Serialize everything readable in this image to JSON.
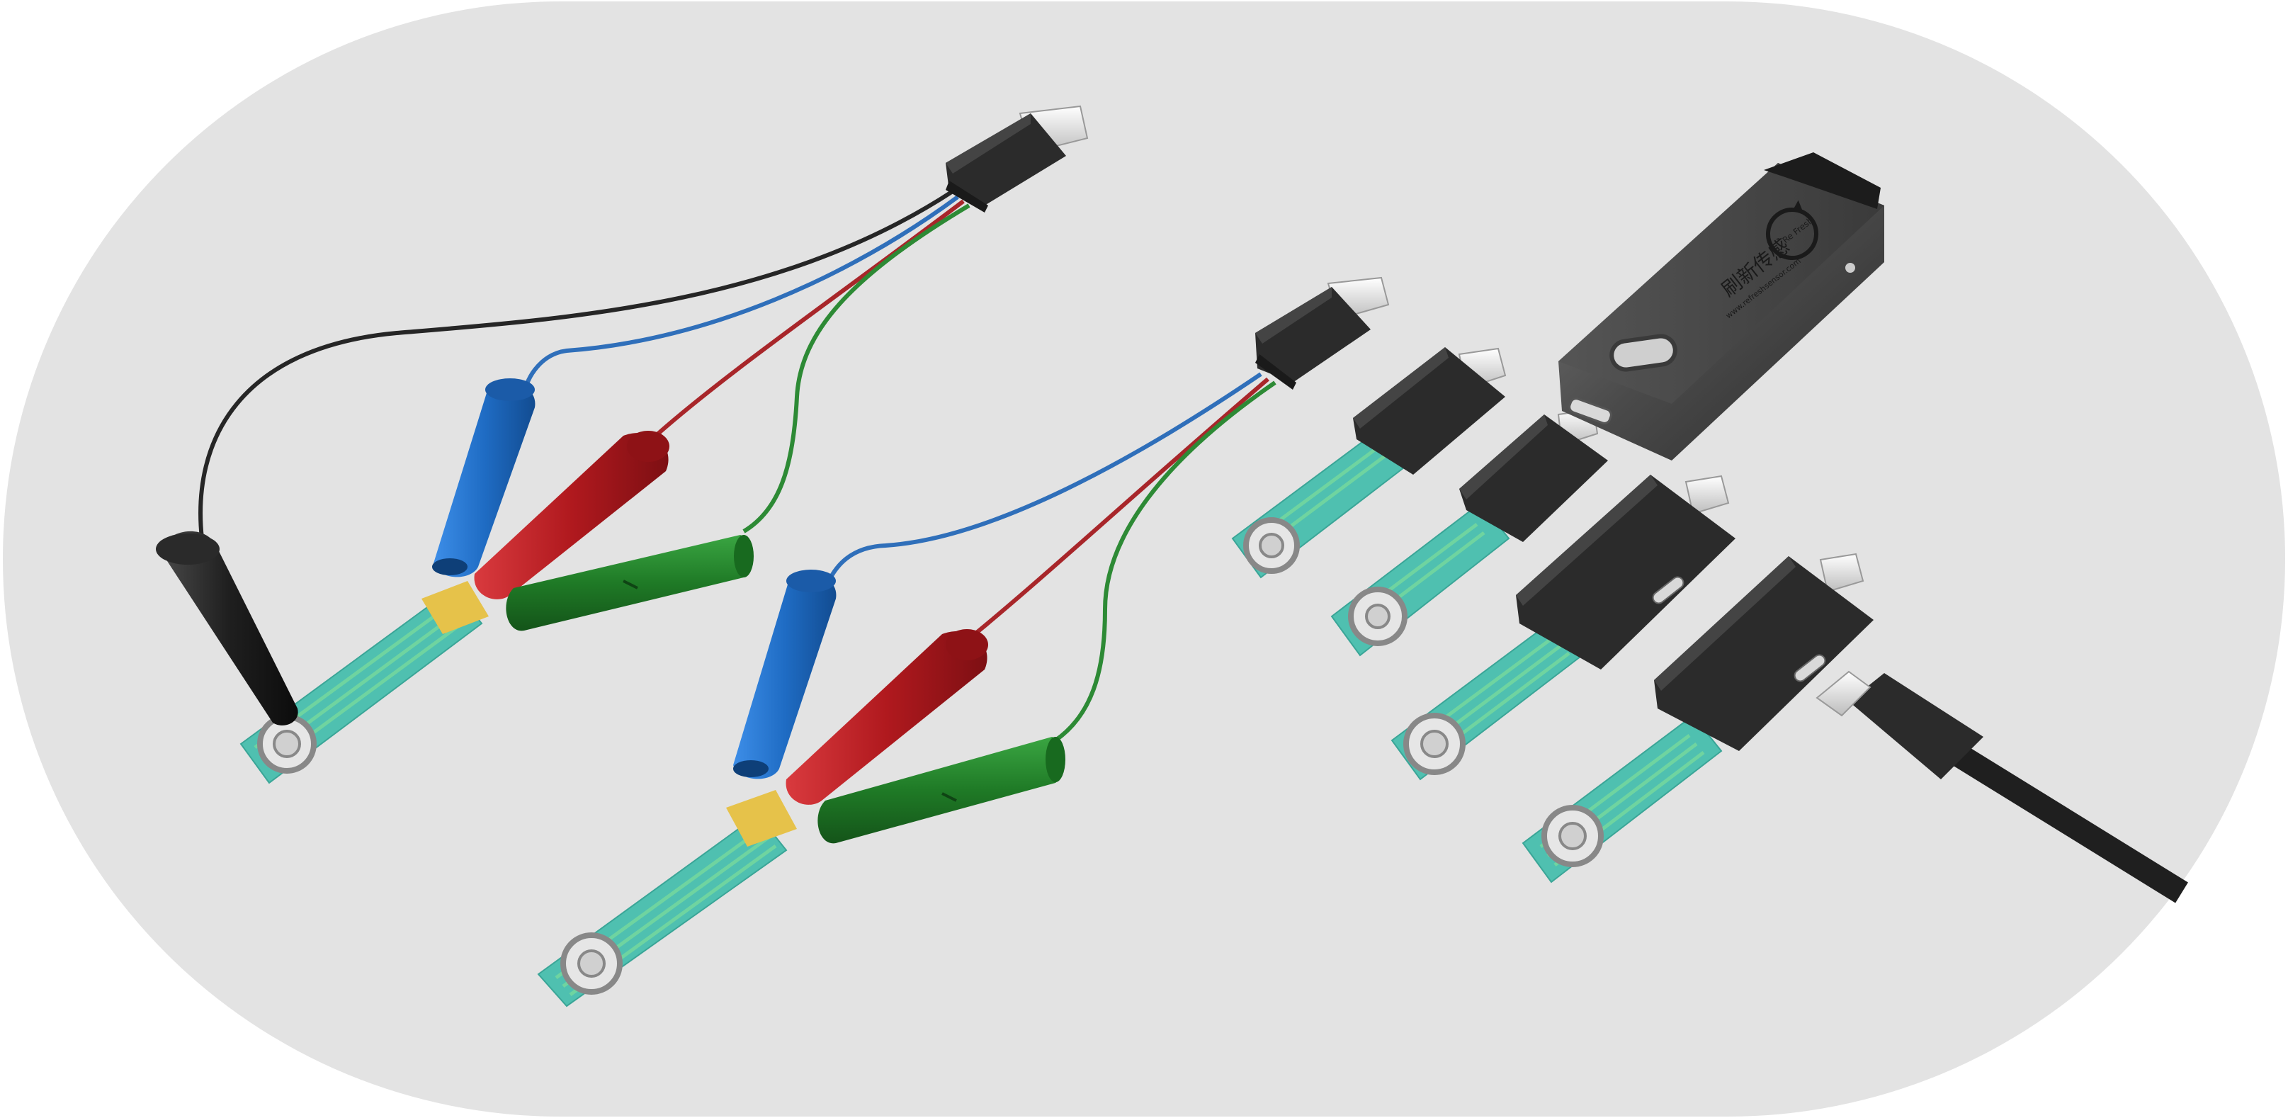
{
  "image": {
    "background_color": "#e3e3e3",
    "frame_color": "#ffffff"
  },
  "device": {
    "logo_mark": "Re Fresh",
    "logo_chinese": "刷新传感",
    "logo_url": "www.refreshsensor.com"
  },
  "colors": {
    "wire_black": "#262626",
    "wire_blue": "#2f6fba",
    "wire_red": "#a8262a",
    "wire_green": "#2d8a35",
    "clip_black": "#1f1f1f",
    "clip_blue": "#1f6cc4",
    "clip_red": "#b0191e",
    "clip_green": "#1f7a26",
    "strip_teal": "#4fc0b0",
    "connector_dark": "#2b2b2b"
  }
}
